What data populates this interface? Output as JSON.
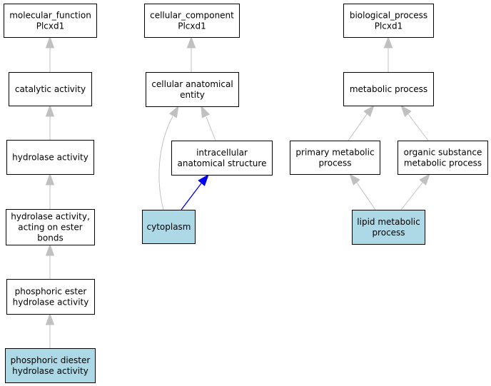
{
  "colors": {
    "node_fill": "#ffffff",
    "highlight_fill": "#add8e6",
    "edge_gray": "#c0c0c0",
    "edge_blue": "#0000ee",
    "border": "#000000"
  },
  "nodes": {
    "mf_root": {
      "lines": [
        "molecular_function",
        "Plcxd1"
      ],
      "highlighted": false
    },
    "catalytic": {
      "lines": [
        "catalytic activity"
      ],
      "highlighted": false
    },
    "hydrolase": {
      "lines": [
        "hydrolase activity"
      ],
      "highlighted": false
    },
    "hydrolase_ester": {
      "lines": [
        "hydrolase activity,",
        "acting on ester",
        "bonds"
      ],
      "highlighted": false
    },
    "phosphoric_ester": {
      "lines": [
        "phosphoric ester",
        "hydrolase activity"
      ],
      "highlighted": false
    },
    "phosphoric_diester": {
      "lines": [
        "phosphoric diester",
        "hydrolase activity"
      ],
      "highlighted": true
    },
    "cc_root": {
      "lines": [
        "cellular_component",
        "Plcxd1"
      ],
      "highlighted": false
    },
    "cell_anat": {
      "lines": [
        "cellular anatomical",
        "entity"
      ],
      "highlighted": false
    },
    "intracellular": {
      "lines": [
        "intracellular",
        "anatomical structure"
      ],
      "highlighted": false
    },
    "cytoplasm": {
      "lines": [
        "cytoplasm"
      ],
      "highlighted": true
    },
    "bp_root": {
      "lines": [
        "biological_process",
        "Plcxd1"
      ],
      "highlighted": false
    },
    "metabolic": {
      "lines": [
        "metabolic process"
      ],
      "highlighted": false
    },
    "primary_metabolic": {
      "lines": [
        "primary metabolic",
        "process"
      ],
      "highlighted": false
    },
    "organic_metabolic": {
      "lines": [
        "organic substance",
        "metabolic process"
      ],
      "highlighted": false
    },
    "lipid_metabolic": {
      "lines": [
        "lipid metabolic",
        "process"
      ],
      "highlighted": true
    }
  },
  "edges": [
    {
      "from": "catalytic",
      "to": "mf_root",
      "color": "gray"
    },
    {
      "from": "hydrolase",
      "to": "catalytic",
      "color": "gray"
    },
    {
      "from": "hydrolase_ester",
      "to": "hydrolase",
      "color": "gray"
    },
    {
      "from": "phosphoric_ester",
      "to": "hydrolase_ester",
      "color": "gray"
    },
    {
      "from": "phosphoric_diester",
      "to": "phosphoric_ester",
      "color": "gray"
    },
    {
      "from": "cell_anat",
      "to": "cc_root",
      "color": "gray"
    },
    {
      "from": "intracellular",
      "to": "cell_anat",
      "color": "gray"
    },
    {
      "from": "cytoplasm",
      "to": "cell_anat",
      "color": "gray"
    },
    {
      "from": "cytoplasm",
      "to": "intracellular",
      "color": "blue"
    },
    {
      "from": "metabolic",
      "to": "bp_root",
      "color": "gray"
    },
    {
      "from": "primary_metabolic",
      "to": "metabolic",
      "color": "gray"
    },
    {
      "from": "organic_metabolic",
      "to": "metabolic",
      "color": "gray"
    },
    {
      "from": "lipid_metabolic",
      "to": "primary_metabolic",
      "color": "gray"
    },
    {
      "from": "lipid_metabolic",
      "to": "organic_metabolic",
      "color": "gray"
    }
  ]
}
